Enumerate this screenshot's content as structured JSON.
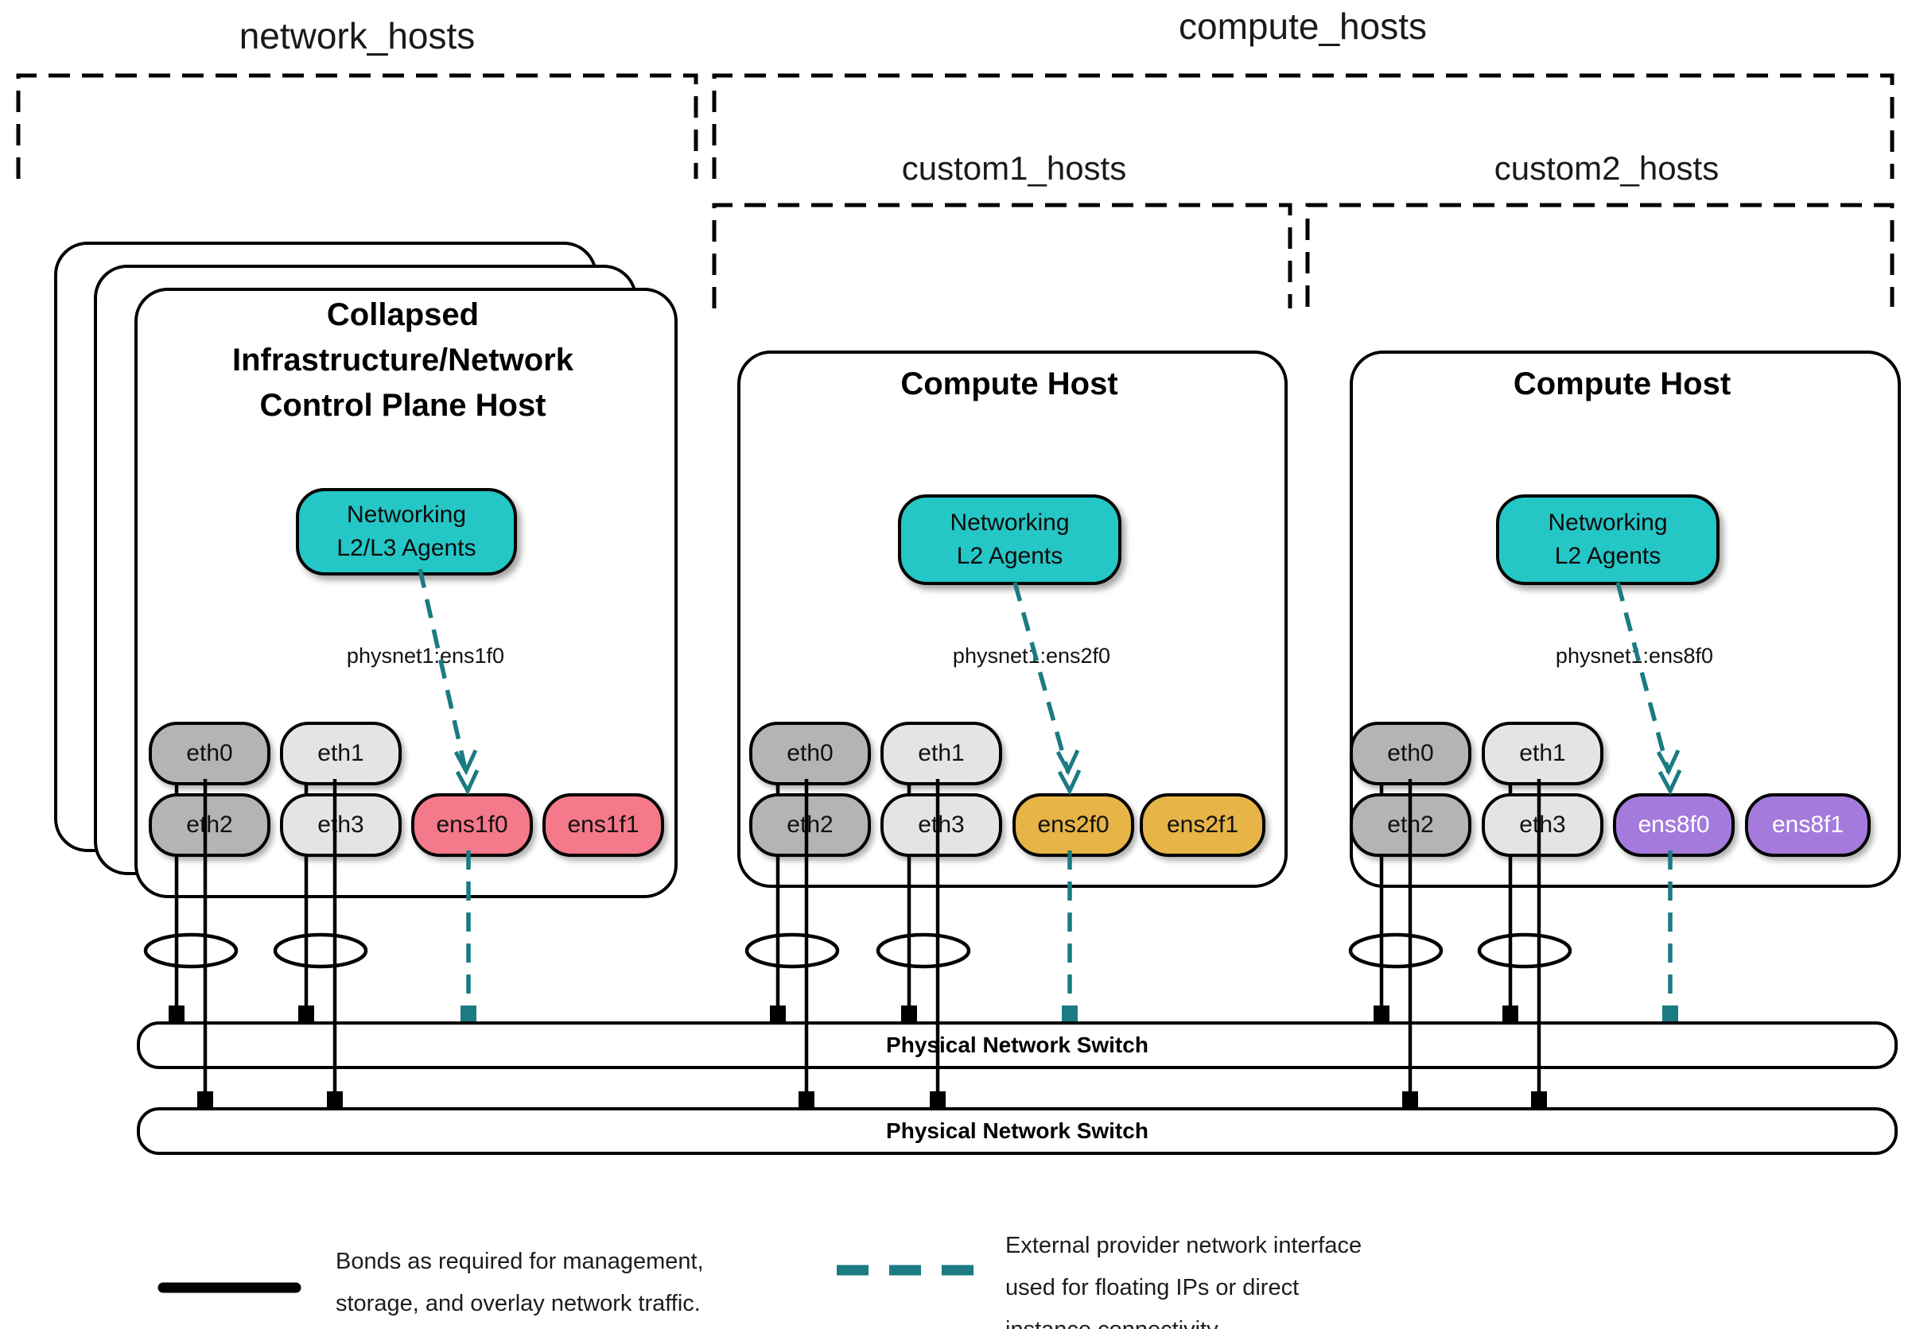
{
  "groups": {
    "network_hosts": {
      "label": "network_hosts"
    },
    "compute_hosts": {
      "label": "compute_hosts"
    },
    "custom1_hosts": {
      "label": "custom1_hosts"
    },
    "custom2_hosts": {
      "label": "custom2_hosts"
    }
  },
  "hosts": [
    {
      "title_lines": [
        "Collapsed",
        "Infrastructure/Network",
        "Control Plane Host"
      ],
      "agent_lines": [
        "Networking",
        "L2/L3 Agents"
      ],
      "physnet_label": "physnet1:ens1f0",
      "nics": [
        {
          "label": "eth0",
          "color": "#B4B4B4",
          "text": "#111111"
        },
        {
          "label": "eth1",
          "color": "#E4E4E4",
          "text": "#111111"
        },
        {
          "label": "eth2",
          "color": "#B4B4B4",
          "text": "#111111"
        },
        {
          "label": "eth3",
          "color": "#E4E4E4",
          "text": "#111111"
        },
        {
          "label": "ens1f0",
          "color": "#F4798A",
          "text": "#111111"
        },
        {
          "label": "ens1f1",
          "color": "#F4798A",
          "text": "#111111"
        }
      ]
    },
    {
      "title_lines": [
        "Compute Host"
      ],
      "agent_lines": [
        "Networking",
        "L2 Agents"
      ],
      "physnet_label": "physnet1:ens2f0",
      "nics": [
        {
          "label": "eth0",
          "color": "#B4B4B4",
          "text": "#111111"
        },
        {
          "label": "eth1",
          "color": "#E4E4E4",
          "text": "#111111"
        },
        {
          "label": "eth2",
          "color": "#B4B4B4",
          "text": "#111111"
        },
        {
          "label": "eth3",
          "color": "#E4E4E4",
          "text": "#111111"
        },
        {
          "label": "ens2f0",
          "color": "#E6B447",
          "text": "#111111"
        },
        {
          "label": "ens2f1",
          "color": "#E6B447",
          "text": "#111111"
        }
      ]
    },
    {
      "title_lines": [
        "Compute Host"
      ],
      "agent_lines": [
        "Networking",
        "L2 Agents"
      ],
      "physnet_label": "physnet1:ens8f0",
      "nics": [
        {
          "label": "eth0",
          "color": "#B4B4B4",
          "text": "#111111"
        },
        {
          "label": "eth1",
          "color": "#E4E4E4",
          "text": "#111111"
        },
        {
          "label": "eth2",
          "color": "#B4B4B4",
          "text": "#111111"
        },
        {
          "label": "eth3",
          "color": "#E4E4E4",
          "text": "#111111"
        },
        {
          "label": "ens8f0",
          "color": "#A47BDC",
          "text": "#FFFFFF"
        },
        {
          "label": "ens8f1",
          "color": "#A47BDC",
          "text": "#FFFFFF"
        }
      ]
    }
  ],
  "switches": [
    {
      "label": "Physical Network Switch"
    },
    {
      "label": "Physical Network Switch"
    }
  ],
  "legend": {
    "bond_lines": [
      "Bonds as required for management,",
      "storage, and overlay network traffic."
    ],
    "external_lines": [
      "External provider network interface",
      "used for floating IPs or direct",
      "instance connectivity"
    ]
  },
  "colors": {
    "agent_teal": "#25C6C6",
    "dash_teal": "#1A7B82",
    "nic_gray_dark": "#B4B4B4",
    "nic_gray_light": "#E4E4E4",
    "nic_pink": "#F4798A",
    "nic_gold": "#E6B447",
    "nic_purple": "#A47BDC",
    "line_black": "#000000"
  }
}
